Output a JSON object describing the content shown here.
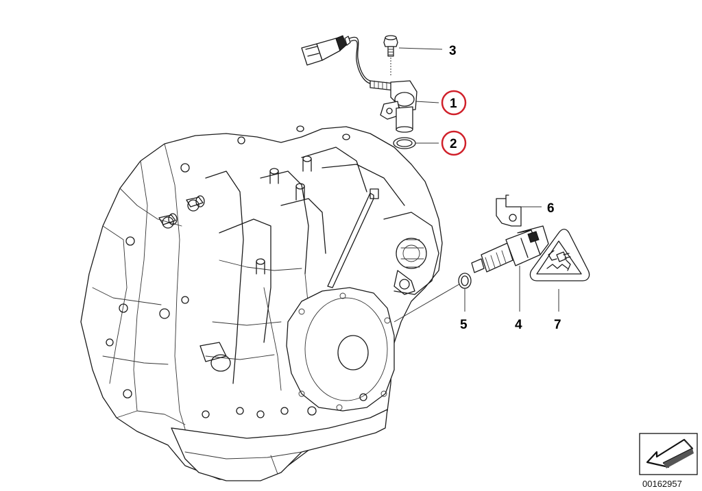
{
  "diagram": {
    "callouts": [
      {
        "id": "1",
        "label": "1",
        "circled": true
      },
      {
        "id": "2",
        "label": "2",
        "circled": true
      },
      {
        "id": "3",
        "label": "3",
        "circled": false
      },
      {
        "id": "4",
        "label": "4",
        "circled": false
      },
      {
        "id": "5",
        "label": "5",
        "circled": false
      },
      {
        "id": "6",
        "label": "6",
        "circled": false
      },
      {
        "id": "7",
        "label": "7",
        "circled": false
      }
    ],
    "highlight_color": "#d0202a",
    "reference_number": "00162957"
  },
  "icons": {
    "corner": "arrow-icon",
    "warning": "electrical-plug-warning-icon"
  }
}
